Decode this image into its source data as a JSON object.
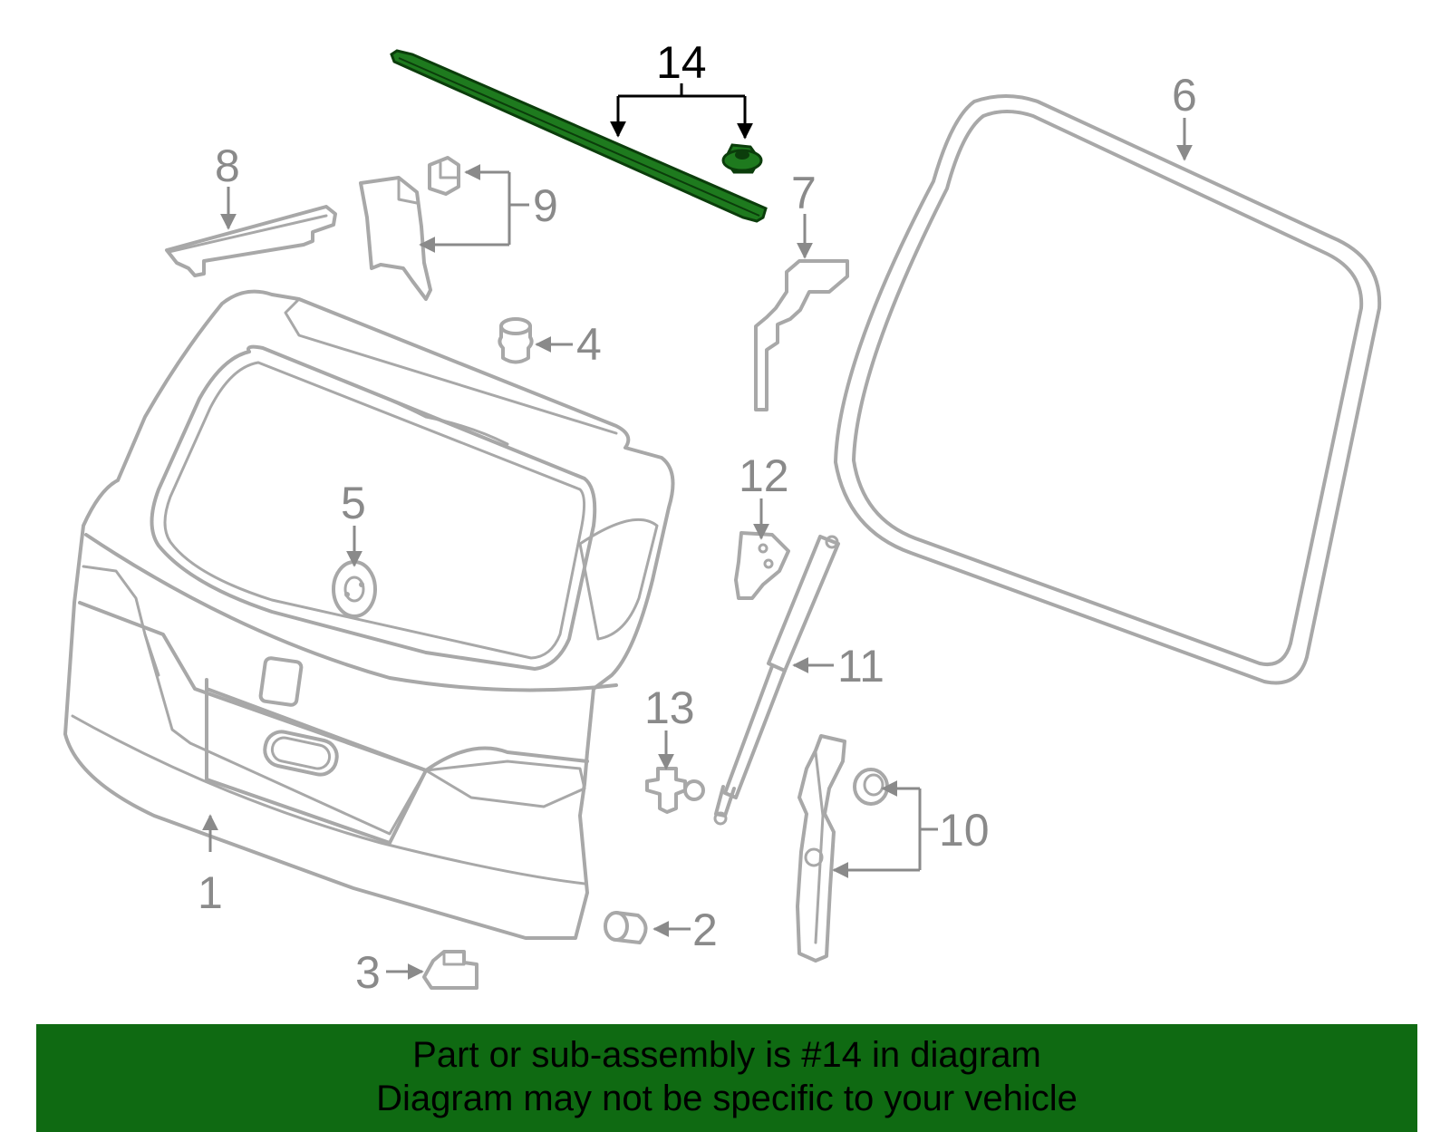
{
  "diagram": {
    "highlighted_part": "14",
    "highlight_color": "#1e7a1e",
    "banner_color": "#0f6a12",
    "part_stroke_color": "#a8a8a8",
    "callouts": [
      "1",
      "2",
      "3",
      "4",
      "5",
      "6",
      "7",
      "8",
      "9",
      "10",
      "11",
      "12",
      "13",
      "14"
    ]
  },
  "banner": {
    "line1": "Part or sub-assembly is #14 in diagram",
    "line2": "Diagram may not be specific to your vehicle"
  }
}
